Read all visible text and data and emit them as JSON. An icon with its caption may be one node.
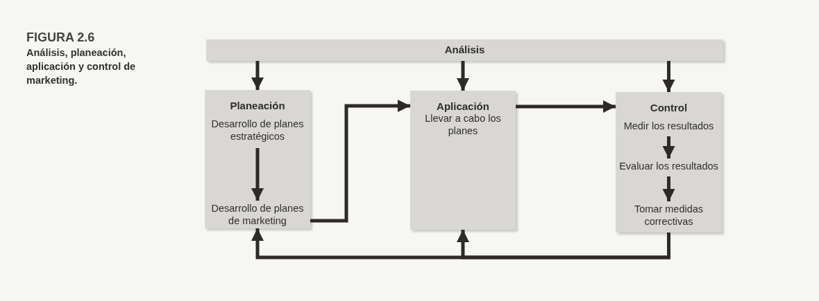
{
  "diagram": {
    "title": "FIGURA 2.6",
    "caption": "Análisis, planeación, aplicación y control de marketing.",
    "nodes": [
      {
        "text": [
          "Análisis"
        ]
      },
      {
        "text": [
          "Planeación"
        ]
      },
      {
        "text": [
          "Desarrollo de planes estratégicos"
        ],
        "in": 1
      },
      {
        "text": [
          "Desarrollo de planes de marketing"
        ],
        "in": 1
      },
      {
        "text": [
          "Aplicación",
          "Llevar a cabo los planes"
        ]
      },
      {
        "text": [
          "Control"
        ]
      },
      {
        "text": [
          "Medir los resultados"
        ],
        "in": 5
      },
      {
        "text": [
          "Evaluar los resultados"
        ],
        "in": 5
      },
      {
        "text": [
          "Tomar medidas correctivas"
        ],
        "in": 5
      }
    ],
    "edges": [
      {
        "from": 0,
        "to": 1,
        "arrow": "to"
      },
      {
        "from": 0,
        "to": 4,
        "arrow": "to"
      },
      {
        "from": 0,
        "to": 5,
        "arrow": "to"
      },
      {
        "from": 2,
        "to": 3,
        "arrow": "to"
      },
      {
        "from": 3,
        "to": 4,
        "arrow": "to"
      },
      {
        "from": 4,
        "to": 5,
        "arrow": "to"
      },
      {
        "from": 6,
        "to": 7,
        "arrow": "to"
      },
      {
        "from": 7,
        "to": 8,
        "arrow": "to"
      },
      {
        "from": 5,
        "to": 1,
        "arrow": "to"
      },
      {
        "from": 5,
        "to": 4,
        "arrow": "to"
      }
    ]
  }
}
